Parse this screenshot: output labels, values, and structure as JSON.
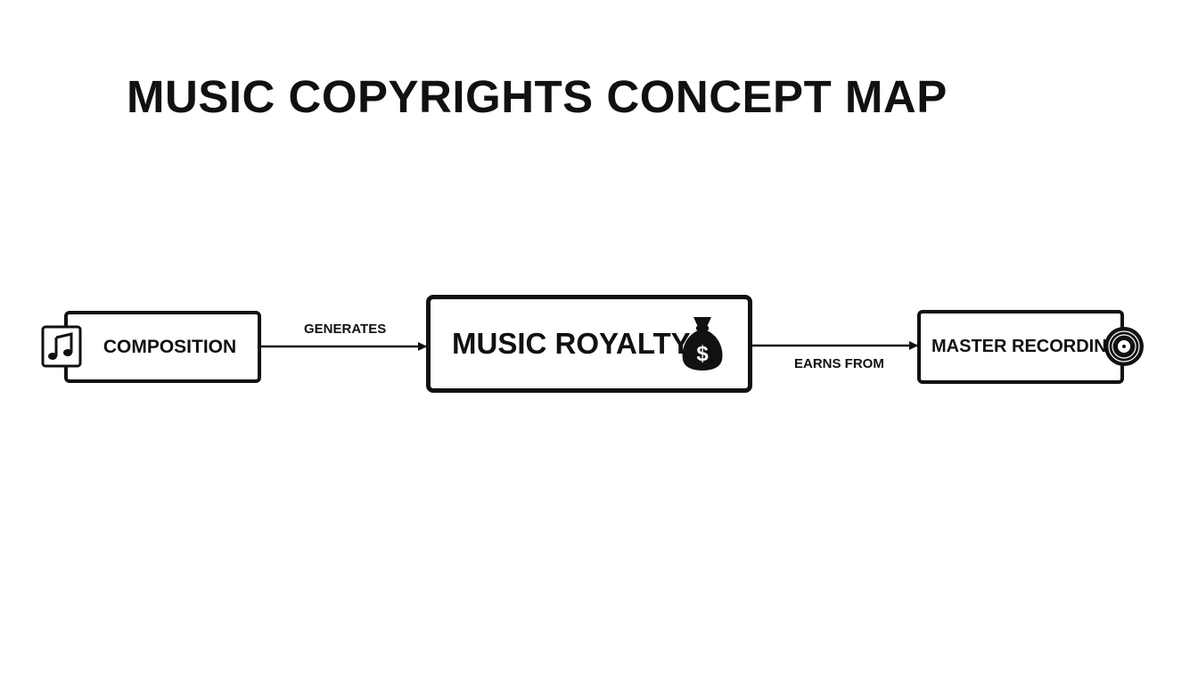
{
  "title": "MUSIC COPYRIGHTS CONCEPT MAP",
  "nodes": {
    "composition": {
      "label": "COMPOSITION",
      "icon": "music-note-icon"
    },
    "royalty": {
      "label": "MUSIC ROYALTY",
      "icon": "money-bag-icon"
    },
    "master": {
      "label": "MASTER RECORDING",
      "icon": "vinyl-record-icon"
    }
  },
  "edges": [
    {
      "from": "composition",
      "to": "royalty",
      "label": "GENERATES"
    },
    {
      "from": "royalty",
      "to": "master",
      "label": "EARNS FROM"
    }
  ],
  "colors": {
    "stroke": "#111111",
    "background": "#ffffff"
  }
}
